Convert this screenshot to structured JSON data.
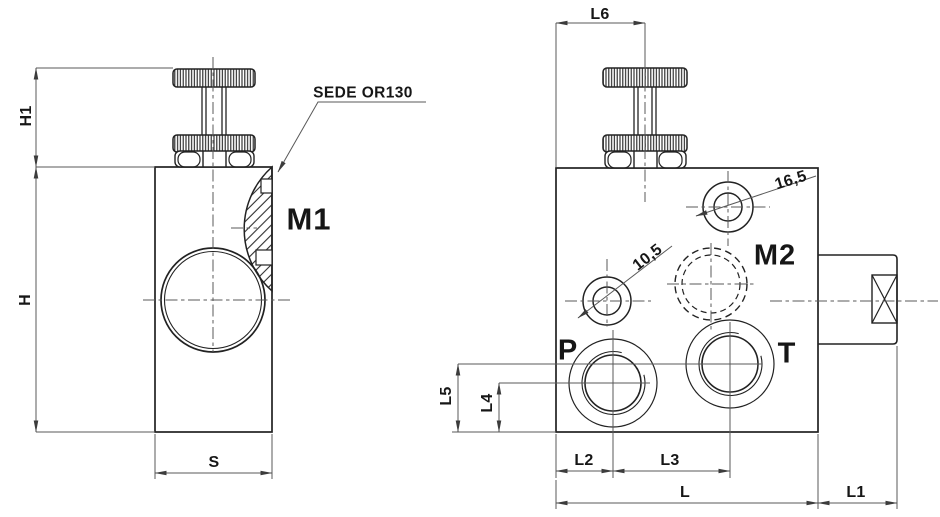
{
  "drawing": {
    "kind": "hydraulic pressure relief valve block - 2 orthographic views",
    "colors": {
      "background": "#ffffff",
      "outline": "#222222",
      "thin_line": "#595959",
      "text": "#161616"
    }
  },
  "side_view": {
    "dim_h1": "H1",
    "dim_h": "H",
    "dim_s": "S",
    "port_label_m1": "M1",
    "seat_note": "SEDE OR130"
  },
  "front_view": {
    "dim_l6": "L6",
    "dim_l5": "L5",
    "dim_l4": "L4",
    "dim_l2": "L2",
    "dim_l3": "L3",
    "dim_l": "L",
    "dim_l1": "L1",
    "port_label_m2": "M2",
    "port_label_p": "P",
    "port_label_t": "T",
    "hole_dia_upper": "16,5",
    "hole_dia_lower": "10,5"
  }
}
